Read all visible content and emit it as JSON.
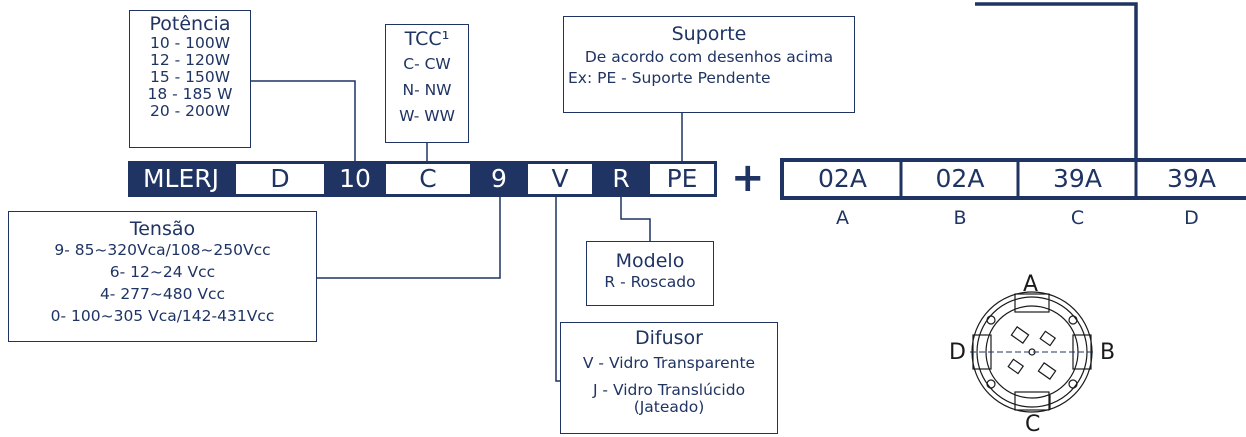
{
  "potencia": {
    "title": "Potência",
    "items": [
      "10 - 100W",
      "12 - 120W",
      "15 - 150W",
      "18 - 185 W",
      "20 - 200W"
    ]
  },
  "tcc": {
    "title": "TCC¹",
    "items": [
      "C- CW",
      "N- NW",
      "W- WW"
    ]
  },
  "suporte": {
    "title": "Suporte",
    "items": [
      "De acordo com desenhos acima",
      "Ex: PE - Suporte Pendente"
    ]
  },
  "tensao": {
    "title": "Tensão",
    "items": [
      "9- 85~320Vca/108~250Vcc",
      "6- 12~24 Vcc",
      "4- 277~480 Vcc",
      "0- 100~305 Vca/142-431Vcc"
    ]
  },
  "modelo": {
    "title": "Modelo",
    "items": [
      "R - Roscado"
    ]
  },
  "difusor": {
    "title": "Difusor",
    "items": [
      "V - Vidro Transparente",
      "J - Vidro Translúcido",
      "(Jateado)"
    ]
  },
  "code": [
    "MLERJ",
    "D",
    "10",
    "C",
    "9",
    "V",
    "R",
    "PE"
  ],
  "plus": "+",
  "entries": {
    "values": [
      "02A",
      "02A",
      "39A",
      "39A"
    ],
    "letters": [
      "A",
      "B",
      "C",
      "D"
    ]
  },
  "ports": [
    "A",
    "B",
    "C",
    "D"
  ],
  "colors": {
    "navy": "#1f3463",
    "white": "#ffffff"
  }
}
